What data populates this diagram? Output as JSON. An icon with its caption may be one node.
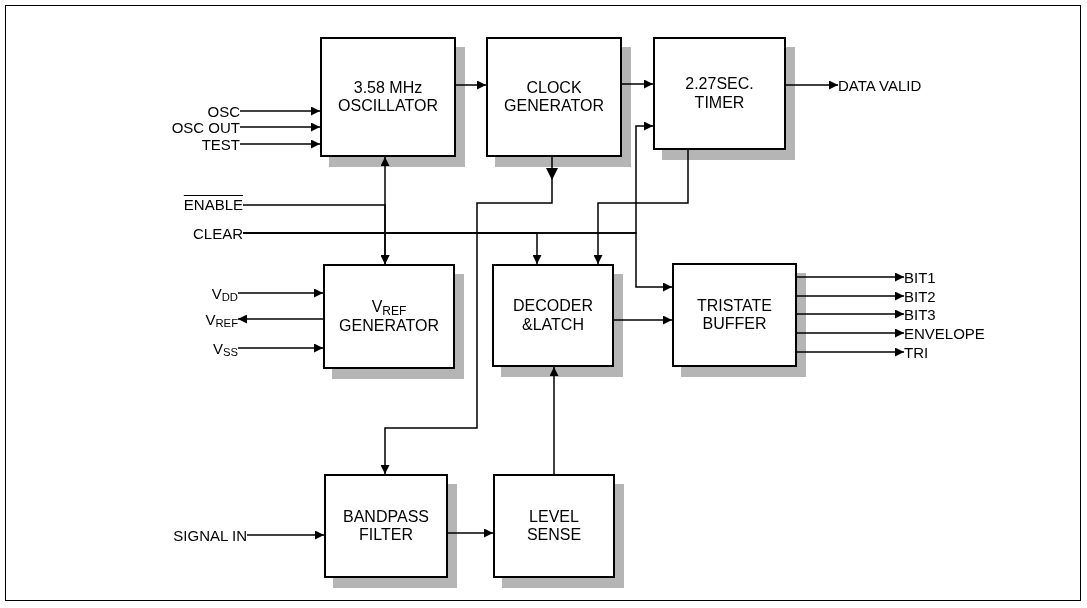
{
  "diagram": {
    "nodes": [
      {
        "text": [
          "3.58 MHz OSCILLATOR"
        ]
      },
      {
        "text": [
          "CLOCK GENERATOR"
        ]
      },
      {
        "text": [
          "2.27SEC. TIMER"
        ]
      },
      {
        "text": [
          "V$_{REF}$ GENERATOR"
        ]
      },
      {
        "text": [
          "DECODER &LATCH"
        ]
      },
      {
        "text": [
          "TRISTATE BUFFER"
        ]
      },
      {
        "text": [
          "BANDPASS FILTER"
        ]
      },
      {
        "text": [
          "LEVEL SENSE"
        ]
      },
      {
        "text": [
          "OSC"
        ]
      },
      {
        "text": [
          "OSC OUT"
        ]
      },
      {
        "text": [
          "TEST"
        ]
      },
      {
        "text": [
          "ENABLE"
        ]
      },
      {
        "text": [
          "CLEAR"
        ]
      },
      {
        "text": [
          "V$_{DD}$"
        ]
      },
      {
        "text": [
          "V$_{REF}$"
        ]
      },
      {
        "text": [
          "V$_{SS}$"
        ]
      },
      {
        "text": [
          "DATA VALID"
        ]
      },
      {
        "text": [
          "BIT1"
        ]
      },
      {
        "text": [
          "BIT2"
        ]
      },
      {
        "text": [
          "BIT3"
        ]
      },
      {
        "text": [
          "ENVELOPE"
        ]
      },
      {
        "text": [
          "TRI"
        ]
      },
      {
        "text": [
          "SIGNAL IN"
        ]
      }
    ],
    "edges": [
      {
        "from": 8,
        "to": 0,
        "arrow": "to"
      },
      {
        "from": 9,
        "to": 0,
        "arrow": "to"
      },
      {
        "from": 10,
        "to": 0,
        "arrow": "to"
      },
      {
        "from": 0,
        "to": 1,
        "arrow": "to"
      },
      {
        "from": 1,
        "to": 2,
        "arrow": "to"
      },
      {
        "from": 0,
        "to": 3,
        "arrow": "both"
      },
      {
        "from": 11,
        "to": 3,
        "arrow": "to"
      },
      {
        "from": 12,
        "to": 4,
        "arrow": "to"
      },
      {
        "from": 12,
        "to": 2,
        "arrow": "to"
      },
      {
        "from": 12,
        "to": 5,
        "arrow": "to"
      },
      {
        "from": 2,
        "to": 4,
        "arrow": "to"
      },
      {
        "from": 1,
        "to": 6,
        "arrow": "to"
      },
      {
        "from": 4,
        "to": 5,
        "arrow": "to"
      },
      {
        "from": 7,
        "to": 4,
        "arrow": "to"
      },
      {
        "from": 6,
        "to": 7,
        "arrow": "to"
      },
      {
        "from": 22,
        "to": 6,
        "arrow": "to"
      },
      {
        "from": 13,
        "to": 3,
        "arrow": "to"
      },
      {
        "from": 3,
        "to": 14,
        "arrow": "to"
      },
      {
        "from": 15,
        "to": 3,
        "arrow": "to"
      },
      {
        "from": 2,
        "to": 16,
        "arrow": "to"
      },
      {
        "from": 5,
        "to": 17,
        "arrow": "to"
      },
      {
        "from": 5,
        "to": 18,
        "arrow": "to"
      },
      {
        "from": 5,
        "to": 19,
        "arrow": "to"
      },
      {
        "from": 5,
        "to": 20,
        "arrow": "to"
      },
      {
        "from": 5,
        "to": 21,
        "arrow": "to"
      }
    ]
  }
}
